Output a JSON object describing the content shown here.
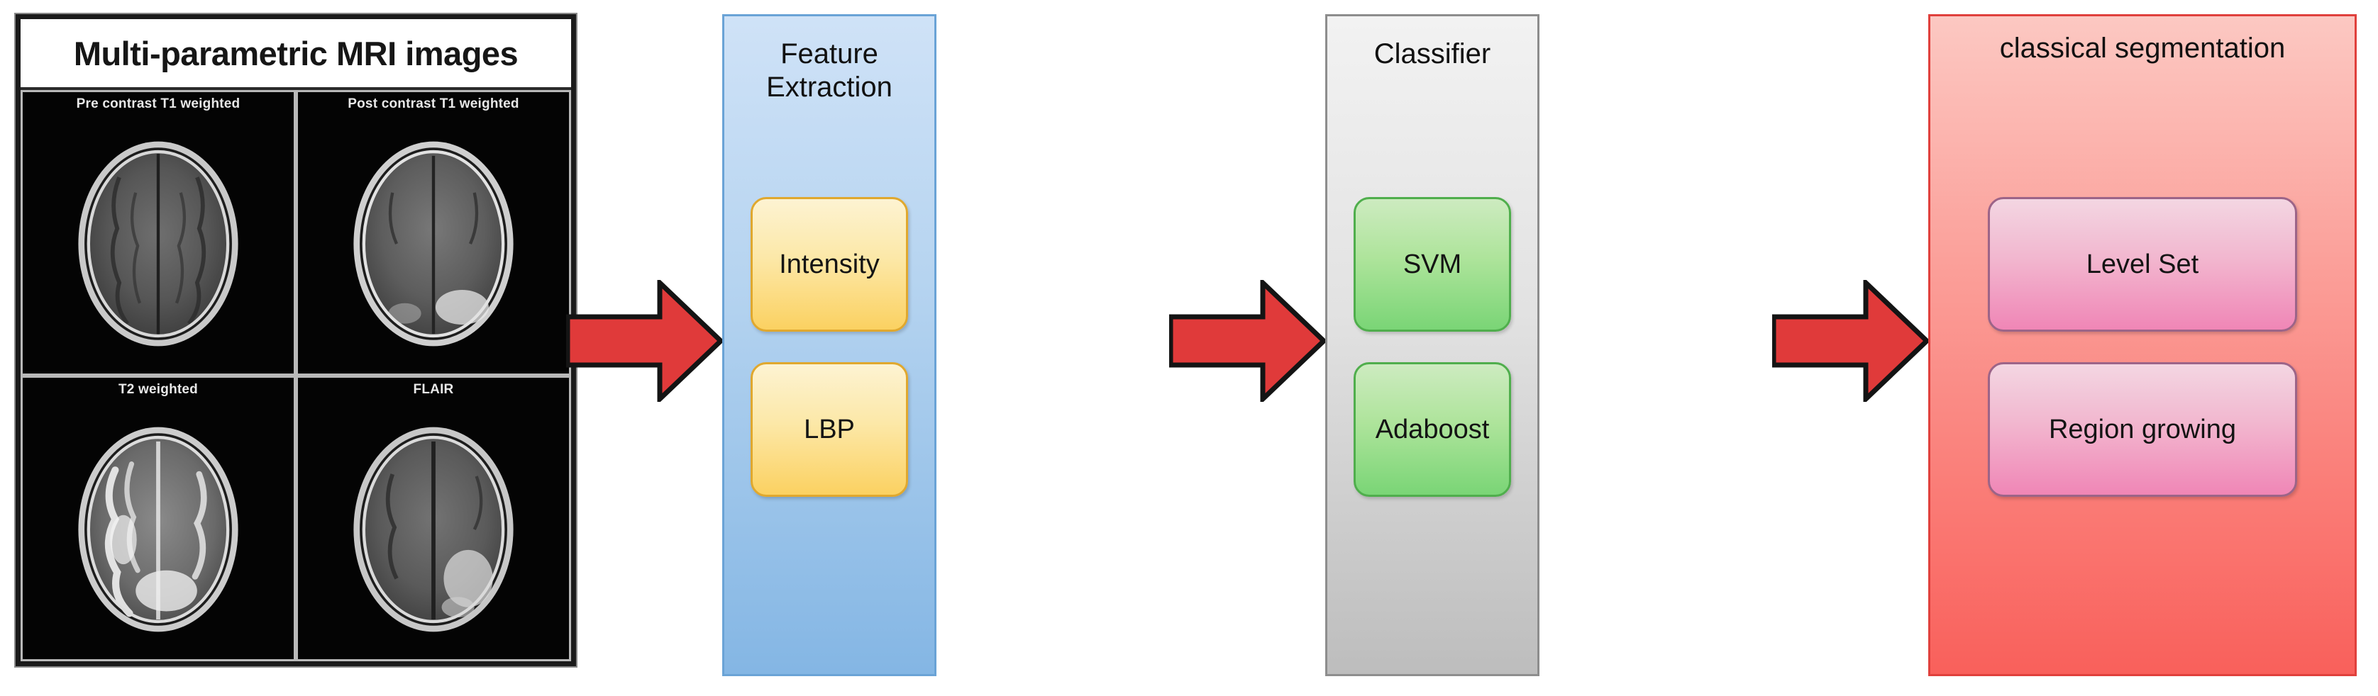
{
  "diagram": {
    "type": "pipeline-flow",
    "stage_count": 4,
    "arrow_count": 3
  },
  "mri_panel": {
    "title": "Multi-parametric MRI images",
    "cells": [
      {
        "label": "Pre contrast T1 weighted",
        "modality": "T1-pre"
      },
      {
        "label": "Post contrast T1 weighted",
        "modality": "T1-post"
      },
      {
        "label": "T2 weighted",
        "modality": "T2"
      },
      {
        "label": "FLAIR",
        "modality": "FLAIR"
      }
    ]
  },
  "stages": [
    {
      "id": "feature-extraction",
      "title": "Feature Extraction",
      "accent": "#84b6e4",
      "box_accent": "#fbd161",
      "items": [
        {
          "label": "Intensity"
        },
        {
          "label": "LBP"
        }
      ]
    },
    {
      "id": "classifier",
      "title": "Classifier",
      "accent": "#bdbdbd",
      "box_accent": "#7ad576",
      "items": [
        {
          "label": "SVM"
        },
        {
          "label": "Adaboost"
        }
      ]
    },
    {
      "id": "classical-segmentation",
      "title": "classical segmentation",
      "accent": "#f9605b",
      "box_accent": "#f086b6",
      "items": [
        {
          "label": "Level Set"
        },
        {
          "label": "Region growing"
        }
      ]
    }
  ],
  "arrows": [
    {
      "name": "arrow-mri-to-feature",
      "direction": "right",
      "color": "#e03a3a"
    },
    {
      "name": "arrow-feature-to-classifier",
      "direction": "right",
      "color": "#e03a3a"
    },
    {
      "name": "arrow-classifier-to-segmentation",
      "direction": "right",
      "color": "#e03a3a"
    }
  ],
  "colors": {
    "arrow_fill": "#e03a3a",
    "arrow_stroke": "#141414",
    "background": "#ffffff",
    "mri_frame": "#1a1a1a"
  }
}
